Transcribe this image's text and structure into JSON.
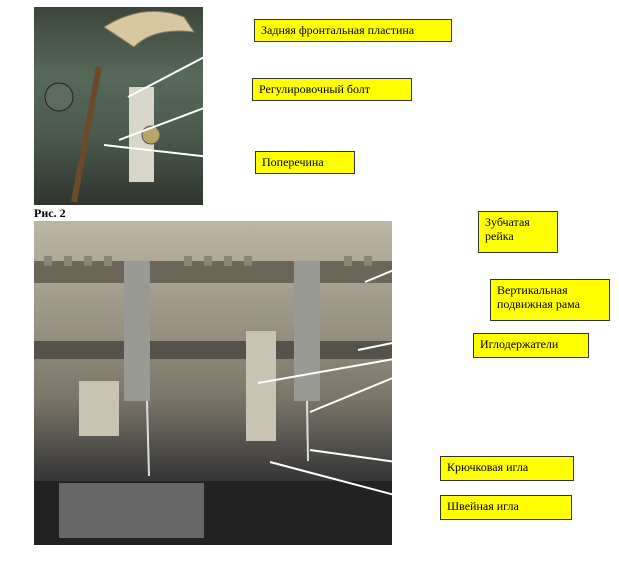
{
  "figure": {
    "caption": "Рис. 2"
  },
  "labels": {
    "rear_front_plate": "Задняя фронтальная пластина",
    "adjust_bolt": "Регулировочный болт",
    "crossbar": "Поперечина",
    "toothed_rack_line1": "Зубчатая",
    "toothed_rack_line2": "рейка",
    "vertical_frame_line1": "Вертикальная",
    "vertical_frame_line2": "подвижная рама",
    "needle_holders": "Иглодержатели",
    "hook_needle": "Крючковая игла",
    "sewing_needle": "Швейная игла"
  },
  "colors": {
    "label_bg": "#ffff00",
    "leader": "#ffffff"
  }
}
